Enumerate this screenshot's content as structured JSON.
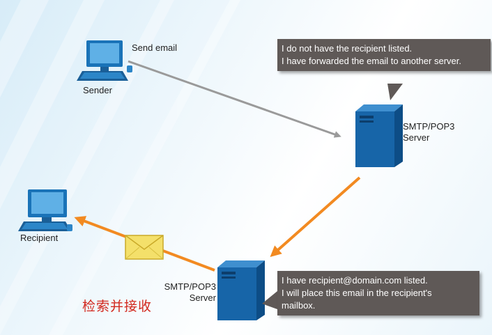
{
  "labels": {
    "send_email": "Send email",
    "sender": "Sender",
    "recipient": "Recipient",
    "server_top": [
      "SMTP/POP3",
      "Server"
    ],
    "server_bottom": [
      "SMTP/POP3",
      "Server"
    ],
    "chinese_caption": "检索并接收"
  },
  "callouts": {
    "top": [
      "I do not have the recipient listed.",
      "I have forwarded the email to another server."
    ],
    "bottom": [
      "I have recipient@domain.com listed.",
      "I will place this email in the recipient's",
      "mailbox."
    ]
  },
  "colors": {
    "arrow_gray": "#9a9a9a",
    "arrow_orange": "#f28a21",
    "server_blue": "#1765a8",
    "callout_bg": "#5f5957",
    "caption_red": "#d2281e"
  },
  "icons": [
    "computer-icon",
    "server-icon",
    "envelope-icon"
  ]
}
